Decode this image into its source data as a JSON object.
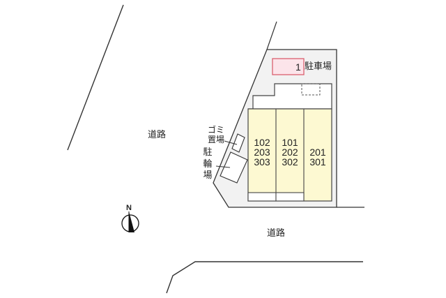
{
  "map": {
    "roads": [
      {
        "id": "road-west",
        "label": "道路"
      },
      {
        "id": "road-south",
        "label": "道路"
      }
    ],
    "parking": {
      "number": "1",
      "label": "駐車場",
      "fill": "#fce4ea",
      "stroke": "#d9606e"
    },
    "garbage": {
      "label_line1": "ゴミ",
      "label_line2": "置場"
    },
    "bicycle": {
      "label": "駐輪場",
      "chars": [
        "駐",
        "輪",
        "場"
      ]
    },
    "building": {
      "fill": "#fdf9d2",
      "units": [
        {
          "rooms": [
            "102",
            "203",
            "303"
          ]
        },
        {
          "rooms": [
            "101",
            "202",
            "302"
          ]
        },
        {
          "rooms": [
            "201",
            "301"
          ]
        }
      ]
    },
    "compass": {
      "letter": "N"
    },
    "colors": {
      "lot": "#f2f2f2",
      "line": "#333333"
    }
  }
}
